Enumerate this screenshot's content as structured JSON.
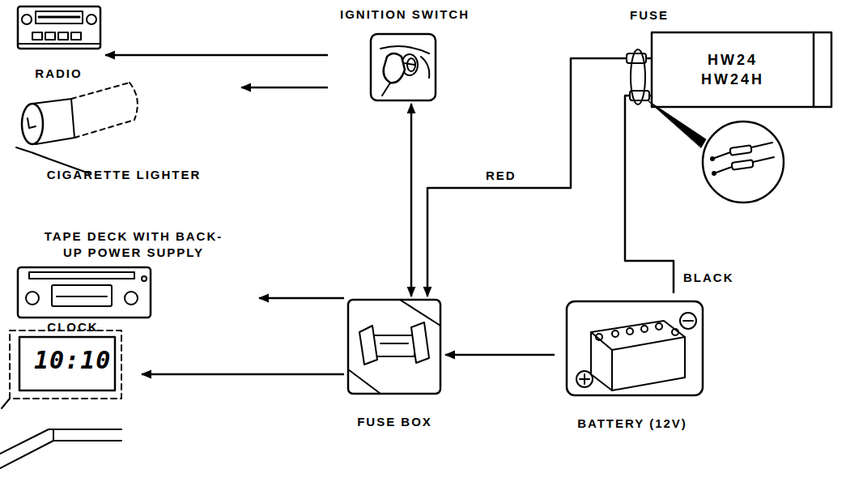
{
  "diagram": {
    "nodes": [
      {
        "text": [
          "RADIO"
        ]
      },
      {
        "text": [
          "IGNITION SWITCH"
        ]
      },
      {
        "text": [
          "HW24 HW24H"
        ]
      },
      {
        "text": [
          "CIGARETTE LIGHTER"
        ]
      },
      {
        "text": [
          "TAPE DECK WITH BACK-UP POWER SUPPLY"
        ]
      },
      {
        "text": [
          "FUSE BOX"
        ]
      },
      {
        "text": [
          "CLOCK"
        ]
      },
      {
        "text": [
          "BATTERY (12V)"
        ]
      }
    ],
    "edges": [
      {
        "from": 1,
        "to": 0,
        "arrow": "to"
      },
      {
        "from": 1,
        "to": 3,
        "arrow": "to"
      },
      {
        "from": 5,
        "to": 1,
        "arrow": "both"
      },
      {
        "from": 5,
        "to": 4,
        "arrow": "to"
      },
      {
        "from": 5,
        "to": 6,
        "arrow": "to"
      },
      {
        "from": 7,
        "to": 5,
        "arrow": "to"
      },
      {
        "from": 2,
        "to": 5,
        "arrow": "to",
        "label": "RED"
      },
      {
        "from": 2,
        "to": 7,
        "arrow": "none",
        "label": "BLACK"
      }
    ],
    "labels": [
      "FUSE",
      "10:10"
    ]
  }
}
